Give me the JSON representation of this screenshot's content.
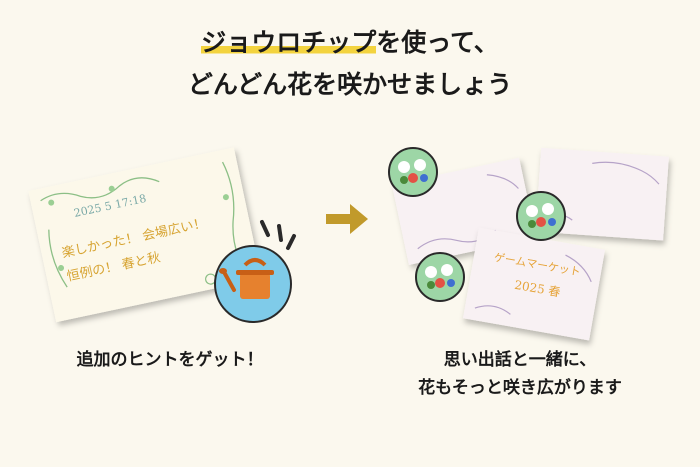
{
  "heading": {
    "line1_highlight": "ジョウロチップ",
    "line1_rest": "を使って、",
    "line2": "どんどん花を咲かせましょう"
  },
  "left_card": {
    "date": "2025  5  17:18",
    "line1": "楽しかった！ 会場広い！",
    "line2": "恒例の！ 春と秋"
  },
  "right_card": {
    "line1": "ゲームマーケット",
    "line2": "2025 春"
  },
  "captions": {
    "left": "追加のヒントをゲット！",
    "right_line1": "思い出話と一緒に、",
    "right_line2": "花もそっと咲き広がります"
  },
  "colors": {
    "background": "#fbf8ee",
    "highlight": "#f3d33e",
    "arrow": "#c19a2b",
    "can_badge": "#7fcbe9",
    "can": "#e6812e",
    "flower_badge": "#9dd6a6"
  }
}
